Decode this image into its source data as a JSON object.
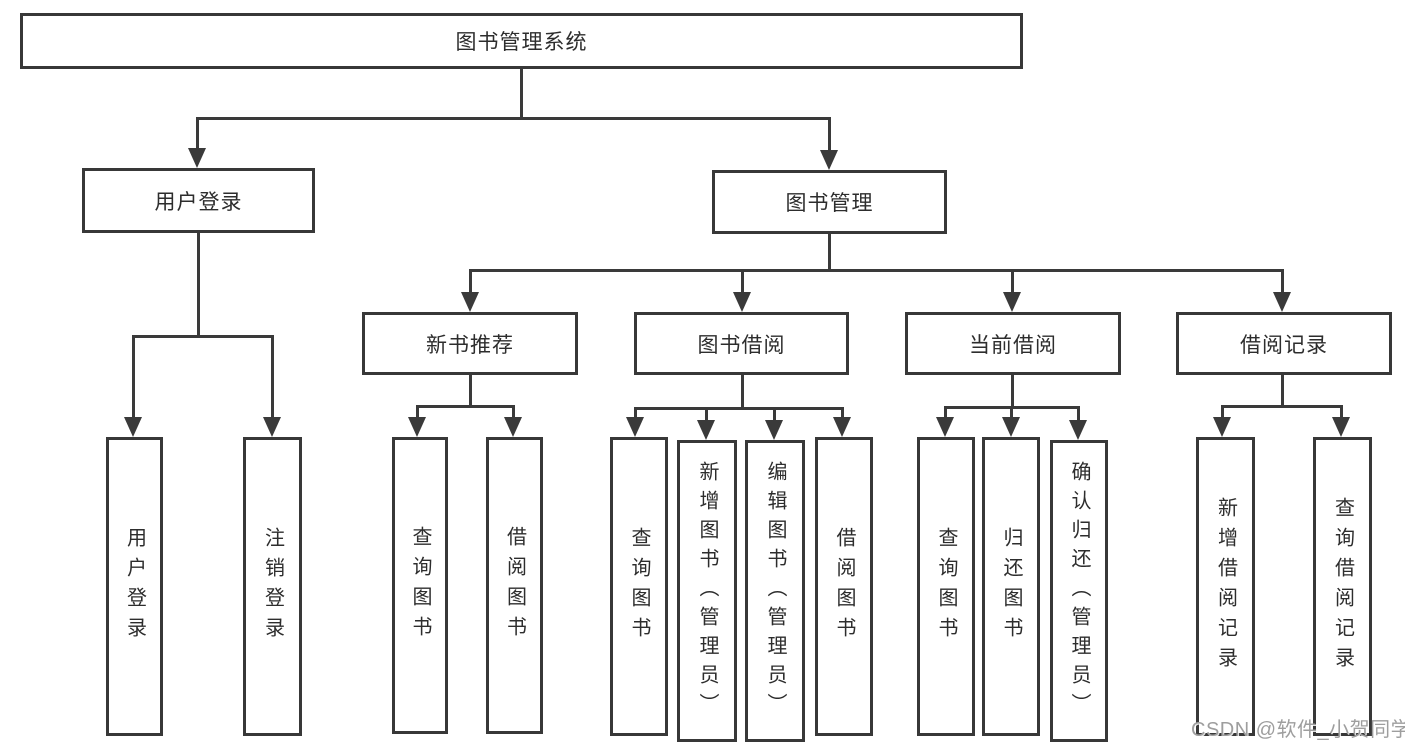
{
  "diagram_title": "图书管理系统",
  "nodes": {
    "root": "图书管理系统",
    "user_login": "用户登录",
    "book_management": "图书管理",
    "new_book_recommend": "新书推荐",
    "book_borrowing": "图书借阅",
    "current_borrowing": "当前借阅",
    "borrowing_records": "借阅记录",
    "leaf_user_login": "用户登录",
    "leaf_logout": "注销登录",
    "leaf_nbr_query_books": "查询图书",
    "leaf_nbr_borrow_books": "借阅图书",
    "leaf_bb_query_books": "查询图书",
    "leaf_bb_add_books_admin": "新增图书（管理员）",
    "leaf_bb_edit_books_admin": "编辑图书（管理员）",
    "leaf_bb_borrow_books": "借阅图书",
    "leaf_cb_query_books": "查询图书",
    "leaf_cb_return_books": "归还图书",
    "leaf_cb_confirm_return_admin": "确认归还（管理员）",
    "leaf_br_add_record": "新增借阅记录",
    "leaf_br_query_record": "查询借阅记录"
  },
  "watermark": "CSDN @软件_小贺同学",
  "colors": {
    "background": "#ffffff",
    "line": "#3a3a3a",
    "box_border": "#383838",
    "text": "#2d2d2d",
    "watermark": "#9e9e9e"
  }
}
